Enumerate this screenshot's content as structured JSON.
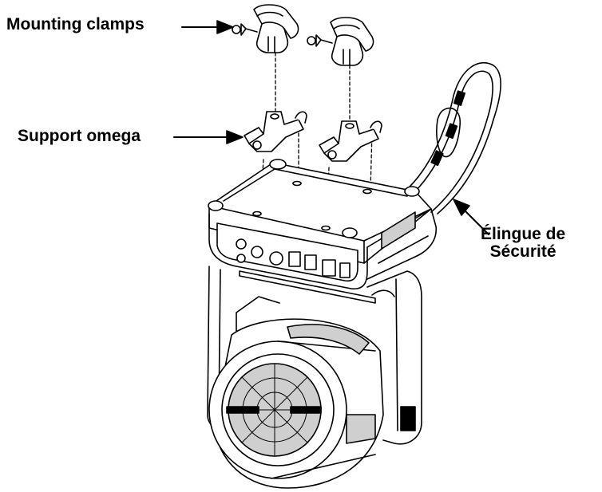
{
  "labels": {
    "mounting_clamps": "Mounting clamps",
    "support_omega": "Support omega",
    "safety_cable_line1": "Élingue de",
    "safety_cable_line2": "Sécurité"
  },
  "colors": {
    "line": "#000000",
    "background": "#ffffff",
    "shade": "#cfcfcf"
  }
}
